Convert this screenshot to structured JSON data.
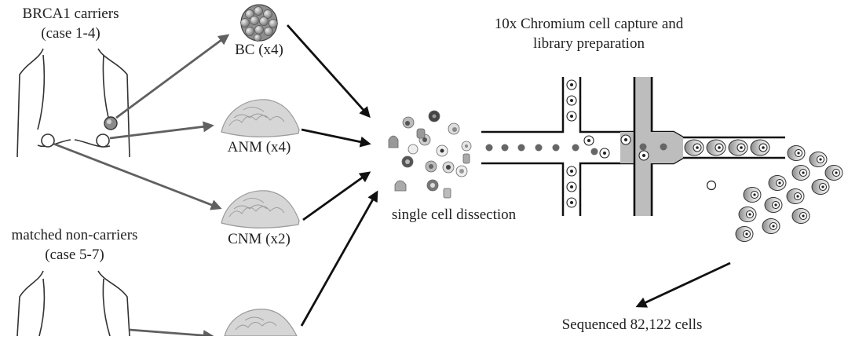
{
  "groups": {
    "carriers_line1": "BRCA1 carriers",
    "carriers_line2": "(case 1-4)",
    "noncarriers_line1": "matched non-carriers",
    "noncarriers_line2": "(case 5-7)"
  },
  "samples": {
    "bc": "BC (x4)",
    "anm": "ANM (x4)",
    "cnm": "CNM (x2)"
  },
  "steps": {
    "dissection": "single cell dissection",
    "capture_line1": "10x Chromium cell capture and",
    "capture_line2": "library preparation",
    "sequenced": "Sequenced 82,122 cells"
  },
  "colors": {
    "arrow_gray": "#606060",
    "arrow_black": "#111111",
    "channel_fill": "#bbbbbb",
    "tissue": "#d8d8d8"
  }
}
